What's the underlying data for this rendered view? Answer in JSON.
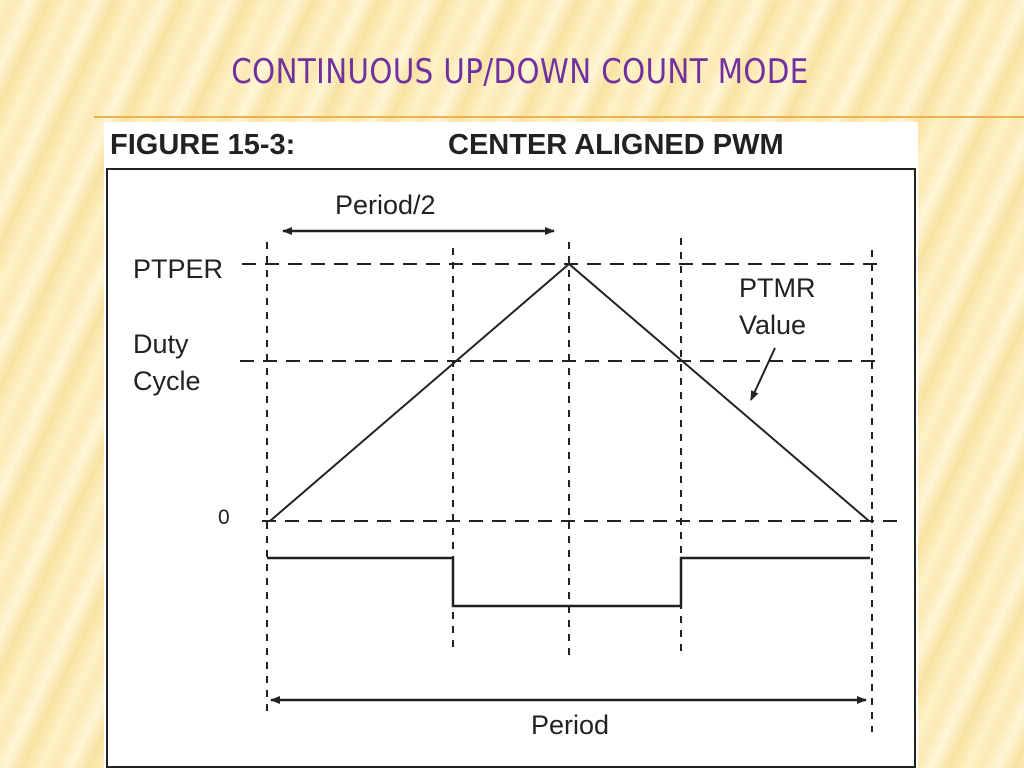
{
  "slide": {
    "title": "CONTINUOUS UP/DOWN COUNT MODE"
  },
  "figure": {
    "number": "FIGURE 15-3:",
    "caption": "CENTER ALIGNED PWM"
  },
  "diagram": {
    "labels": {
      "half_period": "Period/2",
      "ptper": "PTPER",
      "duty_line1": "Duty",
      "duty_line2": "Cycle",
      "ptmr_line1": "PTMR",
      "ptmr_line2": "Value",
      "zero": "0",
      "period": "Period"
    },
    "colors": {
      "ink": "#222222",
      "title": "#7030a0"
    }
  }
}
